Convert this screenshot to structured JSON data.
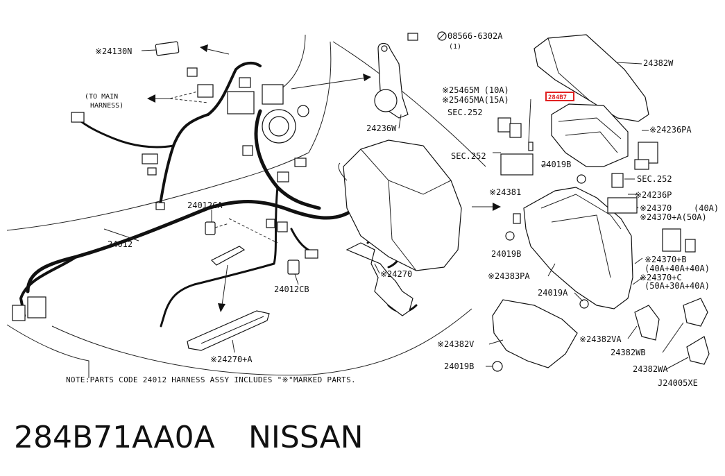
{
  "caption": {
    "part_number": "284B71AA0A",
    "brand": "NISSAN"
  },
  "diagram_code": "J24005XE",
  "note": "NOTE:PARTS CODE 24012  HARNESS ASSY INCLUDES \"※\"MARKED PARTS.",
  "highlighted_part": "284B7",
  "labels": {
    "p24130N": "※24130N",
    "to_main_harness_1": "(TO MAIN",
    "to_main_harness_2": "HARNESS)",
    "p08566": "08566-6302A",
    "p08566_qty": "(1)",
    "p24236W": "24236W",
    "p24382W": "24382W",
    "p25465M": "※25465M (10A)",
    "p25465MA": "※25465MA(15A)",
    "sec252_a": "SEC.252",
    "sec252_b": "SEC.252",
    "sec252_c": "SEC.252",
    "p24236PA": "※24236PA",
    "p24019B_a": "24019B",
    "p24019B_b": "24019B",
    "p24019B_c": "24019B",
    "p24381": "※24381",
    "p24236P": "※24236P",
    "p24370": "※24370",
    "p24370_amp": "(40A)",
    "p24370A": "※24370+A(50A)",
    "p24370B": "※24370+B",
    "p24370B_amp": "(40A+40A+40A)",
    "p24370C": "※24370+C",
    "p24370C_amp": "(50A+30A+40A)",
    "p24012CA": "24012CA",
    "p24012": "24012",
    "p24270": "※24270",
    "p24383PA": "※24383PA",
    "p24019A": "24019A",
    "p24012CB": "24012CB",
    "p24382V": "※24382V",
    "p24382VA": "※24382VA",
    "p24382WB": "24382WB",
    "p24382WA": "24382WA",
    "p24270A": "※24270+A"
  }
}
